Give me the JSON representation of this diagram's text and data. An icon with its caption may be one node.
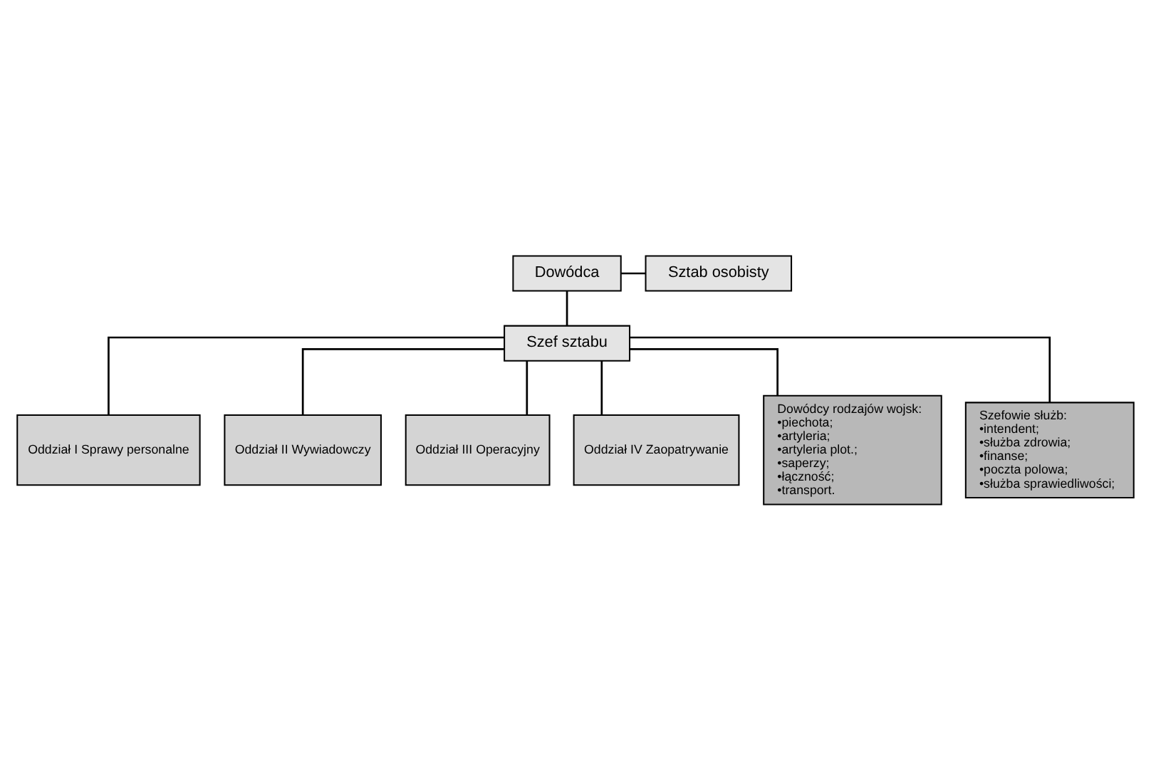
{
  "diagram": {
    "nodes": [
      {
        "text": [
          "Dowódca"
        ]
      },
      {
        "text": [
          "Sztab osobisty"
        ]
      },
      {
        "text": [
          "Szef sztabu"
        ]
      },
      {
        "text": [
          "Oddział I Sprawy personalne"
        ]
      },
      {
        "text": [
          "Oddział II Wywiadowczy"
        ]
      },
      {
        "text": [
          "Oddział III Operacyjny"
        ]
      },
      {
        "text": [
          "Oddział IV Zaopatrywanie"
        ]
      },
      {
        "text": [
          "Dowódcy rodzajów wojsk:",
          "•piechota;",
          "•artyleria;",
          "•artyleria plot.;",
          "•saperzy;",
          "•łączność;",
          "•transport."
        ]
      },
      {
        "text": [
          "Szefowie służb:",
          "•intendent;",
          "•służba zdrowia;",
          "•finanse;",
          "•poczta polowa;",
          "•służba sprawiedliwości;"
        ]
      }
    ],
    "edges": [
      {
        "from": 0,
        "to": 1,
        "arrow": "none"
      },
      {
        "from": 0,
        "to": 2,
        "arrow": "none"
      },
      {
        "from": 2,
        "to": 3,
        "arrow": "none"
      },
      {
        "from": 2,
        "to": 4,
        "arrow": "none"
      },
      {
        "from": 2,
        "to": 5,
        "arrow": "none"
      },
      {
        "from": 2,
        "to": 6,
        "arrow": "none"
      },
      {
        "from": 2,
        "to": 7,
        "arrow": "none"
      },
      {
        "from": 2,
        "to": 8,
        "arrow": "none"
      }
    ]
  }
}
